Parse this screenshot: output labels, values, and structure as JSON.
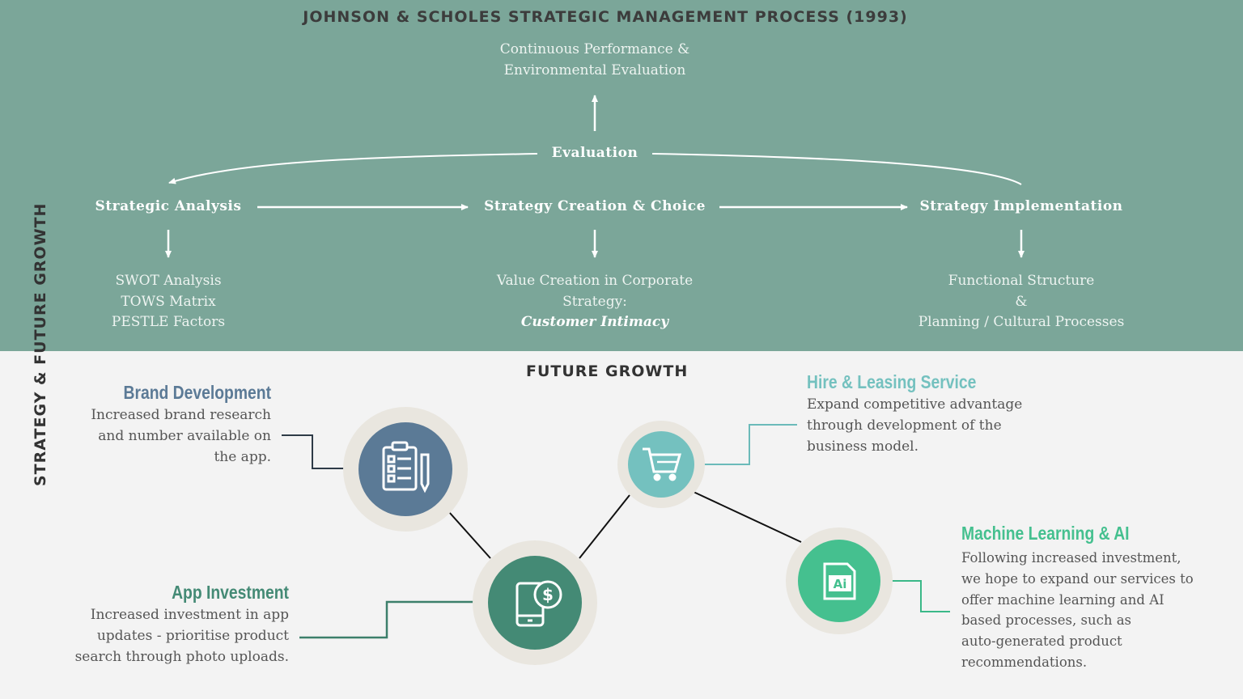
{
  "title": "JOHNSON & SCHOLES STRATEGIC MANAGEMENT PROCESS (1993)",
  "side_label": "STRATEGY & FUTURE GROWTH",
  "process": {
    "top_node": [
      "Continuous Performance &",
      "Environmental Evaluation"
    ],
    "evaluation": "Evaluation",
    "stages": [
      {
        "label": "Strategic Analysis",
        "details": [
          "SWOT Analysis",
          "TOWS Matrix",
          "PESTLE Factors"
        ]
      },
      {
        "label": "Strategy Creation & Choice",
        "details": [
          "Value Creation in Corporate",
          "Strategy:"
        ],
        "emphasis": "Customer Intimacy"
      },
      {
        "label": "Strategy Implementation",
        "details": [
          "Functional Structure",
          "&",
          "Planning / Cultural Processes"
        ]
      }
    ]
  },
  "future_growth": {
    "heading": "FUTURE GROWTH",
    "items": [
      {
        "title": "Brand Development",
        "lines": [
          "Increased brand research",
          "and number available on",
          "the app."
        ],
        "icon": "clipboard-checklist-icon",
        "color": "#5b7a96"
      },
      {
        "title": "App Investment",
        "lines": [
          "Increased investment in app",
          "updates - prioritise product",
          "search through photo uploads."
        ],
        "icon": "mobile-payment-icon",
        "color": "#448a75"
      },
      {
        "title": "Hire & Leasing Service",
        "lines": [
          "Expand competitive advantage",
          "through development of the",
          "business model."
        ],
        "icon": "shopping-cart-icon",
        "color": "#74c1bf"
      },
      {
        "title": "Machine Learning & AI",
        "lines": [
          "Following increased investment,",
          "we hope to expand our services to",
          "offer machine learning and AI",
          "based processes, such as",
          "auto-generated product",
          "recommendations."
        ],
        "icon": "ai-file-icon",
        "color": "#45c08f"
      }
    ]
  },
  "colors": {
    "top_background": "#7ba699",
    "bottom_background": "#f3f3f3",
    "node_ring": "#e9e6df"
  }
}
